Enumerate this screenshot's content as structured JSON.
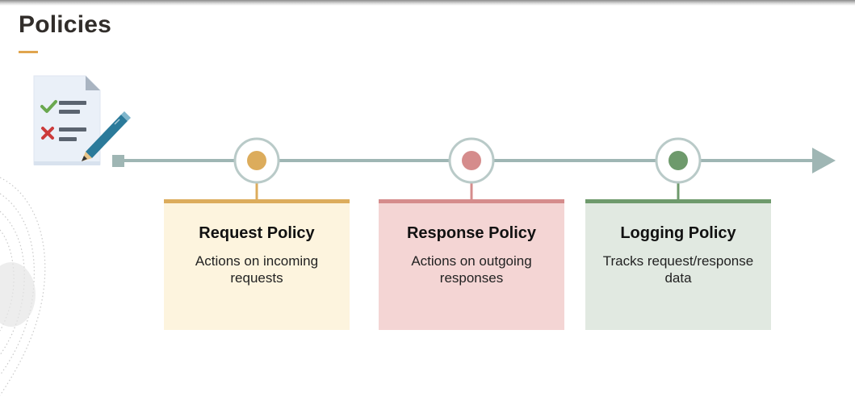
{
  "page": {
    "title": "Policies"
  },
  "colors": {
    "title_text": "#312d2a",
    "title_accent": "#e0a54e",
    "timeline_line": "#9fb6b4",
    "node_ring": "#b9cac8",
    "request_accent": "#dcac5c",
    "request_bg": "#fdf4de",
    "response_accent": "#d58c8c",
    "response_bg": "#f4d5d4",
    "logging_accent": "#6e9a6c",
    "logging_bg": "#e1e9e1",
    "check_mark": "#6aa84f",
    "x_mark": "#cc3b3b",
    "pen": "#2b7a9a"
  },
  "icons": {
    "document": "policy-checklist-document-icon",
    "pen": "pen-icon",
    "check": "check-icon",
    "x": "x-mark-icon",
    "arrow": "arrow-right-icon"
  },
  "policies": [
    {
      "key": "request",
      "title": "Request Policy",
      "description": "Actions on incoming requests"
    },
    {
      "key": "response",
      "title": "Response Policy",
      "description": "Actions on outgoing responses"
    },
    {
      "key": "logging",
      "title": "Logging Policy",
      "description": "Tracks request/response data"
    }
  ]
}
